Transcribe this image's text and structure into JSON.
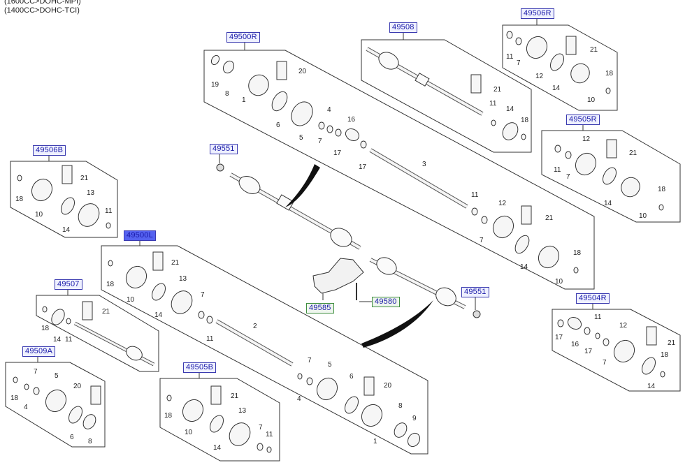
{
  "header": {
    "line1": "(1600CC>DOHC-MPI)",
    "line2": "(1400CC>DOHC-TCI)"
  },
  "groups": {
    "g49500R": "49500R",
    "g49508": "49508",
    "g49506R": "49506R",
    "g49505R": "49505R",
    "g49506B": "49506B",
    "g49551a": "49551",
    "g49500L": "49500L",
    "g49507": "49507",
    "g49509A": "49509A",
    "g49505B": "49505B",
    "g49585": "49585",
    "g49580": "49580",
    "g49551b": "49551",
    "g49504R": "49504R"
  },
  "parts": {
    "p1": "1",
    "p2": "2",
    "p3": "3",
    "p4": "4",
    "p5": "5",
    "p6": "6",
    "p7": "7",
    "p8": "8",
    "p9": "9",
    "p10": "10",
    "p11": "11",
    "p12": "12",
    "p13": "13",
    "p14": "14",
    "p16": "16",
    "p17": "17",
    "p18": "18",
    "p19": "19",
    "p20": "20",
    "p21": "21"
  },
  "colors": {
    "line": "#333333",
    "ref_text": "#1a1aa8",
    "ref_selected_bg": "#5562f0",
    "ref_green_border": "#3f8f3f"
  }
}
